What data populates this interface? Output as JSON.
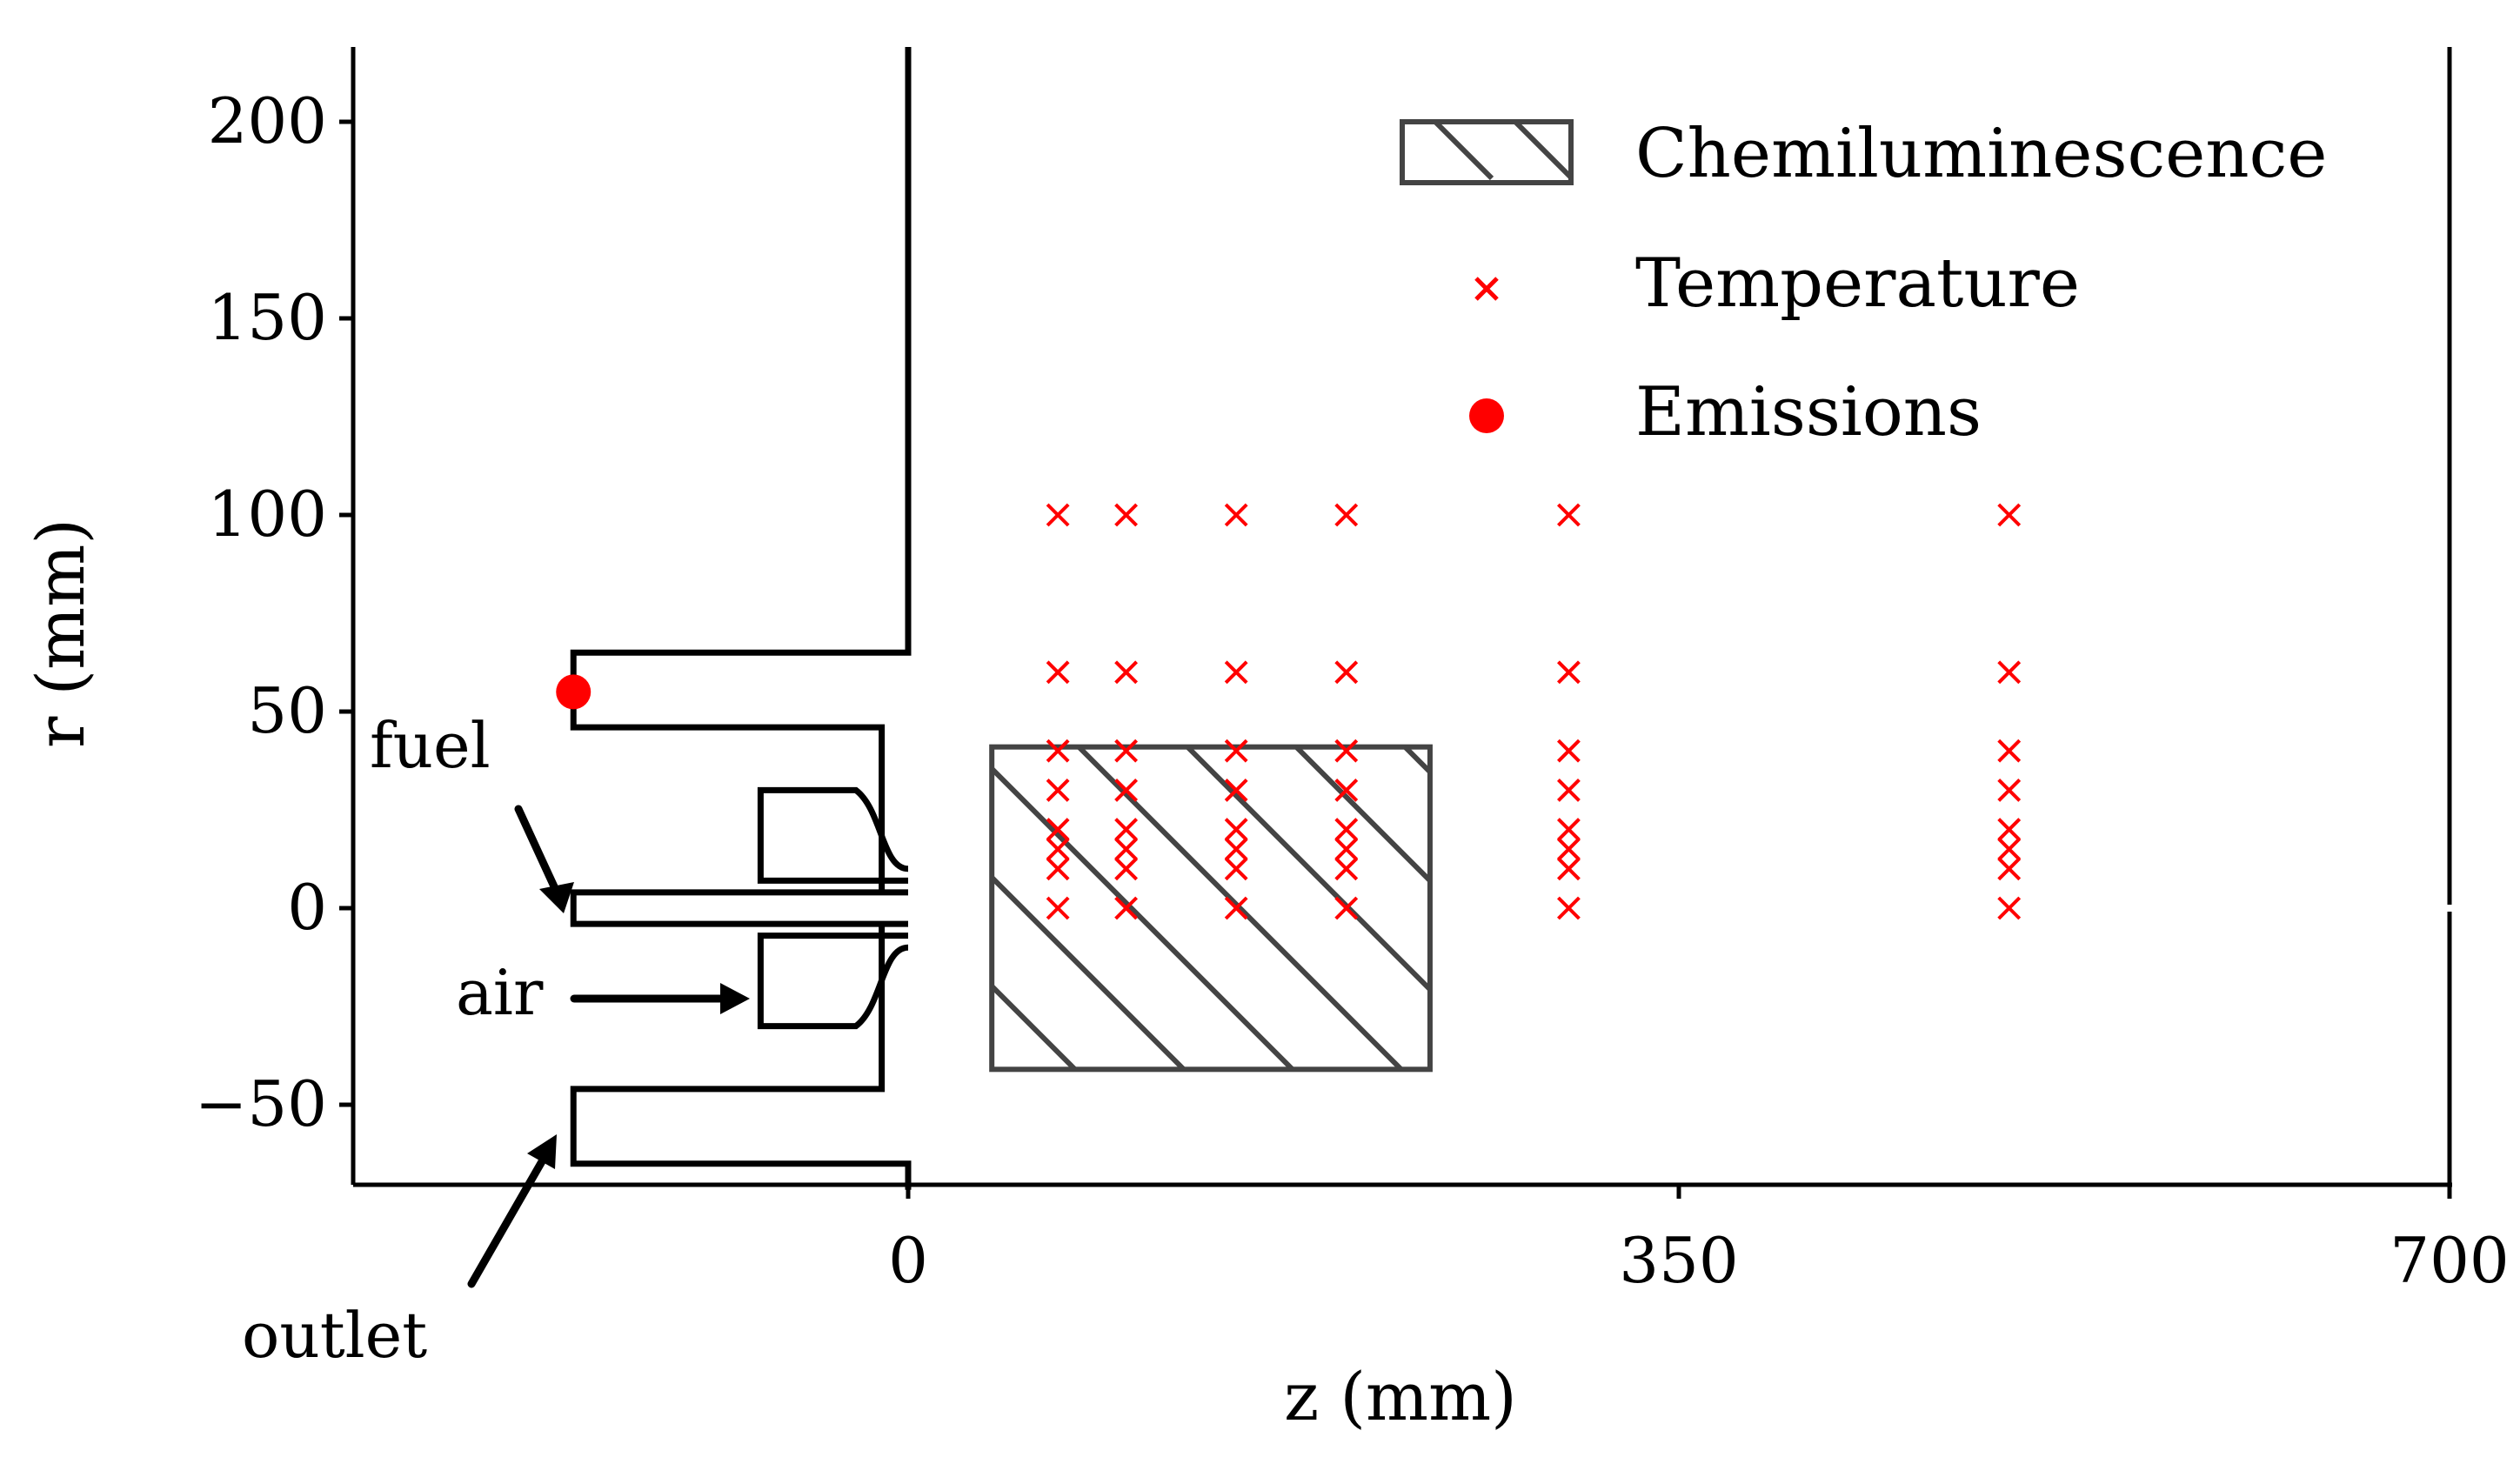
{
  "chart_data": {
    "type": "scatter",
    "xlabel": "z (mm)",
    "ylabel": "r (mm)",
    "xlim": [
      -252,
      700
    ],
    "ylim": [
      -70,
      220
    ],
    "x_ticks": [
      0,
      350,
      700
    ],
    "x_tick_labels": [
      "0",
      "350",
      "700"
    ],
    "y_ticks": [
      -50,
      0,
      50,
      100,
      150,
      200
    ],
    "y_tick_labels": [
      "−50",
      "0",
      "50",
      "100",
      "150",
      "200"
    ],
    "grid": false,
    "legend_position": "top-right",
    "series": [
      {
        "name": "Chemiluminescence",
        "kind": "hatched-rectangle",
        "z_range": [
          38,
          237
        ],
        "r_range": [
          -41,
          41
        ],
        "color": "#444444"
      },
      {
        "name": "Temperature",
        "kind": "x-marker",
        "color": "#ff0000",
        "z_positions": [
          68,
          99,
          149,
          199,
          300,
          500
        ],
        "r_positions": [
          0,
          10,
          15,
          20,
          30,
          40,
          60,
          100
        ]
      },
      {
        "name": "Emissions",
        "kind": "dot",
        "color": "#ff0000",
        "points": [
          {
            "z": -152,
            "r": 55
          }
        ]
      }
    ],
    "annotations": [
      {
        "text": "fuel"
      },
      {
        "text": "air"
      },
      {
        "text": "outlet"
      }
    ]
  }
}
